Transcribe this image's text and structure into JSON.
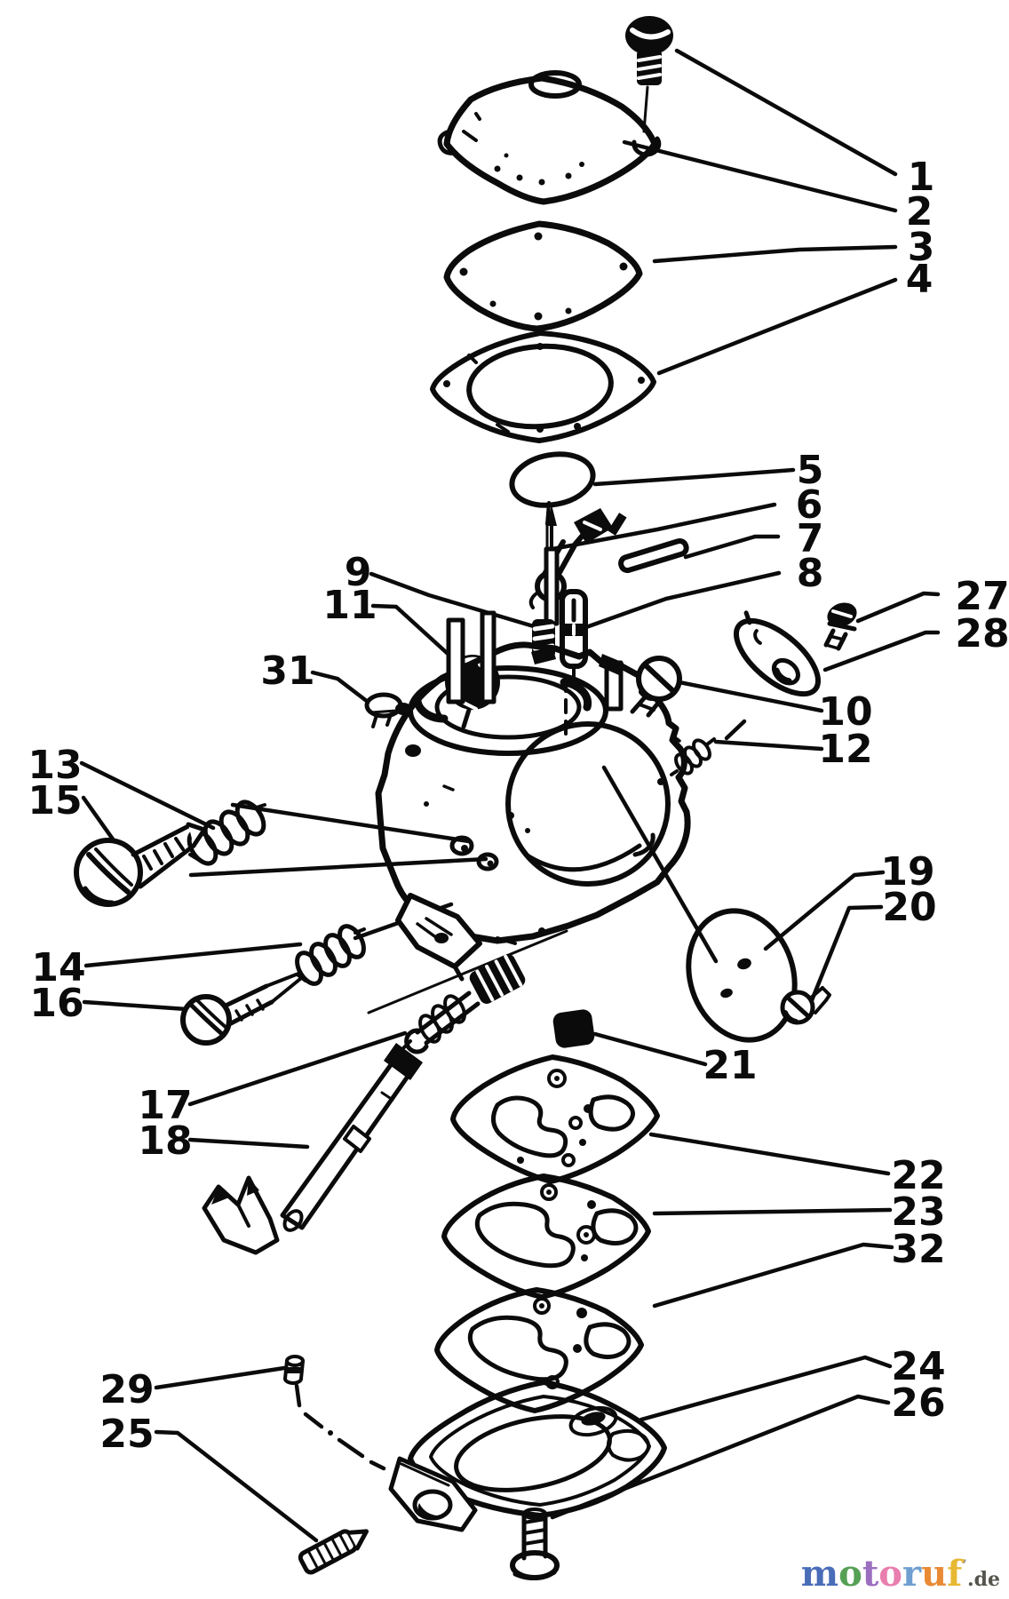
{
  "diagram": {
    "type": "exploded-parts-diagram",
    "subject": "carburetor assembly"
  },
  "labels": {
    "p1": "1",
    "p2": "2",
    "p3": "3",
    "p4": "4",
    "p5": "5",
    "p6": "6",
    "p7": "7",
    "p8": "8",
    "p9": "9",
    "p10": "10",
    "p11": "11",
    "p12": "12",
    "p13": "13",
    "p14": "14",
    "p15": "15",
    "p16": "16",
    "p17": "17",
    "p18": "18",
    "p19": "19",
    "p20": "20",
    "p21": "21",
    "p22": "22",
    "p23": "23",
    "p24": "24",
    "p25": "25",
    "p26": "26",
    "p27": "27",
    "p28": "28",
    "p29": "29",
    "p31": "31",
    "p32": "32"
  },
  "watermark": {
    "letters": [
      {
        "ch": "m",
        "color": "#4a6db8"
      },
      {
        "ch": "o",
        "color": "#55a055"
      },
      {
        "ch": "t",
        "color": "#9b6ec0"
      },
      {
        "ch": "o",
        "color": "#e87fae"
      },
      {
        "ch": "r",
        "color": "#6f9fd0"
      },
      {
        "ch": "u",
        "color": "#e98a35"
      },
      {
        "ch": "f",
        "color": "#e7b832"
      }
    ],
    "tick": "’",
    "tick_color": "#9a9a9a",
    "suffix": ".de",
    "suffix_color": "#55554d"
  }
}
